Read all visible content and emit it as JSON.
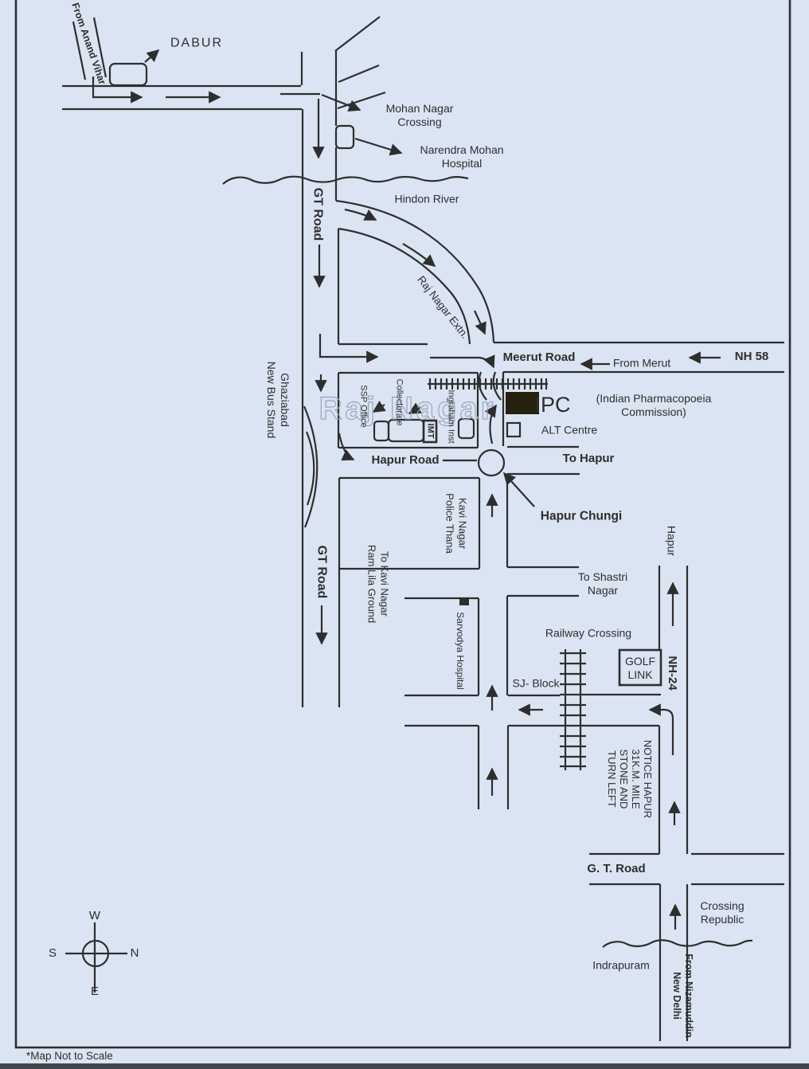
{
  "map": {
    "colors": {
      "paper": "#dbe4f2",
      "ink": "#2e2e2e",
      "building": "#26200f",
      "outline_text": "#c3cde0"
    },
    "labels": {
      "from_anand_vihar": "From Anand Vihar",
      "dabur": "DABUR",
      "mohan_nagar_crossing": "Mohan Nagar\nCrossing",
      "narendra_mohan_hospital": "Narendra Mohan\nHospital",
      "hindon_river": "Hindon River",
      "gt_road_upper": "GT Road",
      "raj_nagar_extn": "Raj Nagar Extn.",
      "meerut_road": "Meerut Road",
      "from_merut": "From Merut",
      "nh_58": "NH 58",
      "ipc_abbr": "IPC",
      "ipc_full": "(Indian Pharmacopoeia Commission)",
      "alt_centre": "ALT Centre",
      "to_hapur": "To Hapur",
      "hapur_road": "Hapur Road",
      "hapur_chungi": "Hapur Chungi",
      "ghaziabad_bus_stand": "Ghaziabad\nNew Bus Stand",
      "raj_nagar_area": "Raj Nagar",
      "ssp_office": "SSP Office",
      "collectorate": "Collectorate",
      "imt": "IMT",
      "ingraham_inst": "Ingraham Inst",
      "kavi_nagar_police_thana": "Kavi Nagar\nPolice Thana",
      "to_kavi_nagar_ram_lila": "To Kavi Nagar\nRam Lila Ground",
      "gt_road_lower": "GT Road",
      "sarvodya_hospital": "Sarvodya Hospital",
      "to_shastri_nagar": "To Shastri\nNagar",
      "railway_crossing": "Railway Crossing",
      "sj_block": "SJ- Block",
      "golf_link": "GOLF\nLINK",
      "nh_24": "NH-24",
      "hapur_vertical": "Hapur",
      "notice_hapur": "NOTICE HAPUR\n31K.M. MILE\nSTONE AND\nTURN LEFT",
      "gt_road_bottom": "G. T. Road",
      "crossing_republic": "Crossing\nRepublic",
      "indrapuram": "Indrapuram",
      "from_nizamuddin": "From Nizamuddin\nNew Delhi"
    },
    "compass": {
      "top": "W",
      "left": "S",
      "right": "N",
      "bottom": "E"
    },
    "footnote": "*Map Not to Scale"
  }
}
